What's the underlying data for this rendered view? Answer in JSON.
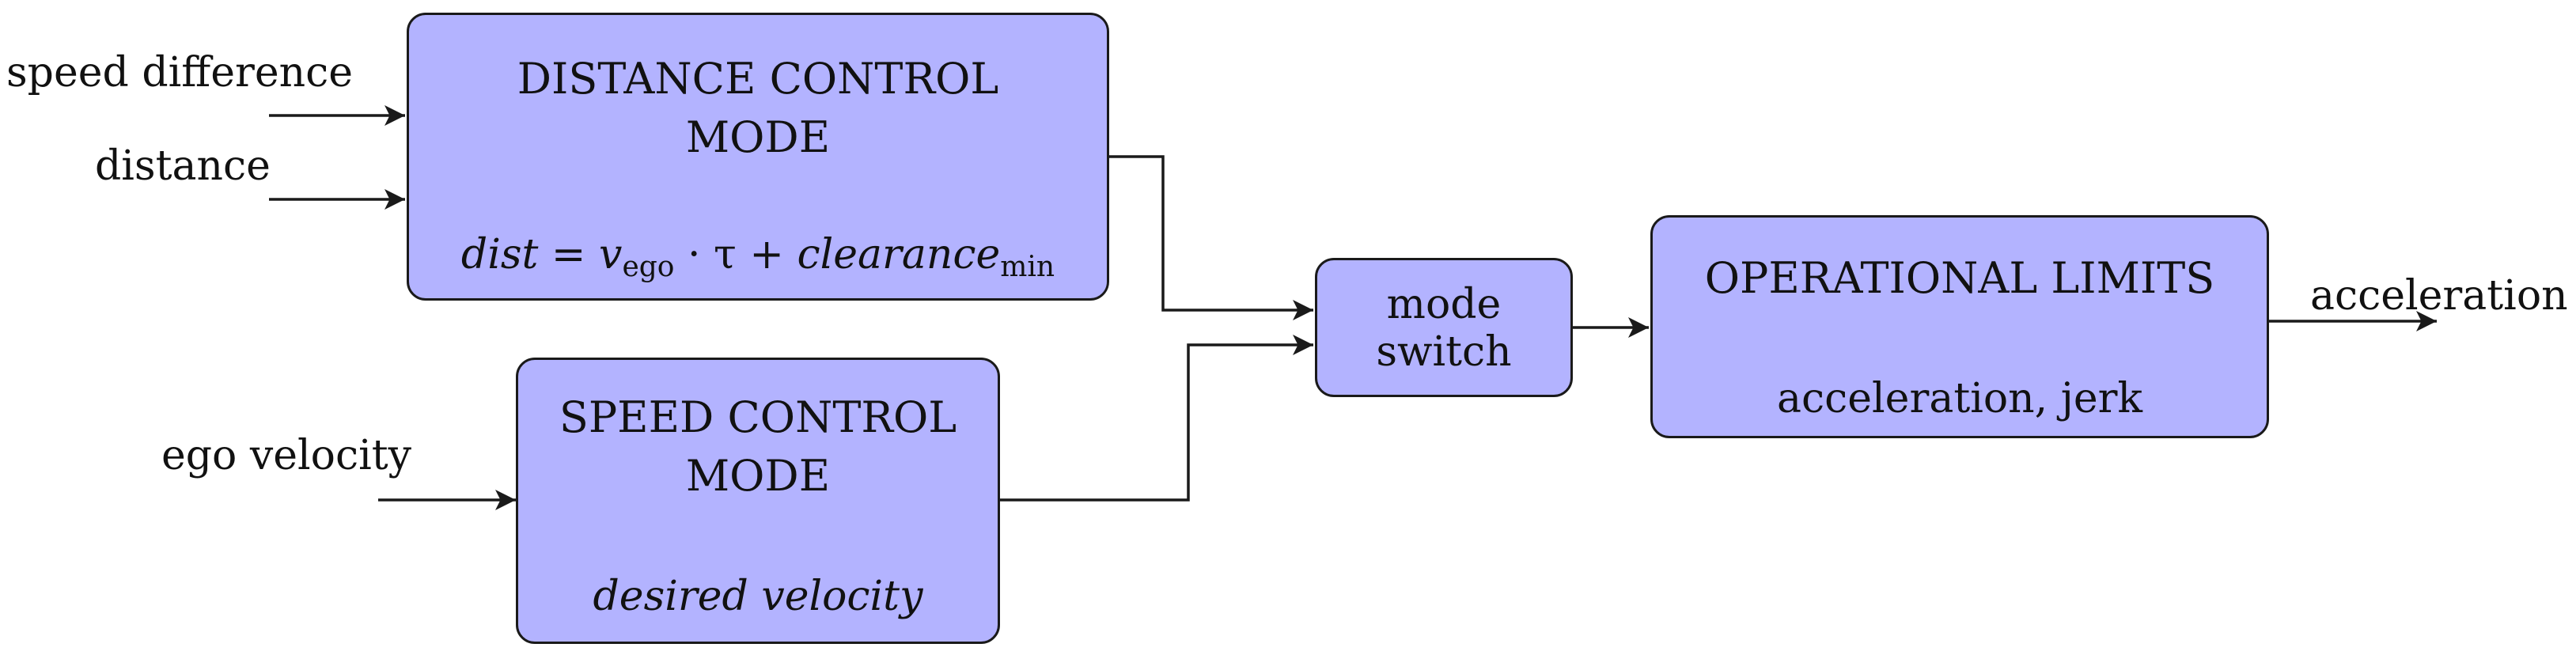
{
  "colors": {
    "box_fill": "#b3b3ff",
    "stroke": "#1a1a1a"
  },
  "inputs": {
    "speed_difference": "speed difference",
    "distance": "distance",
    "ego_velocity": "ego velocity"
  },
  "output": {
    "acceleration": "acceleration"
  },
  "distance_control": {
    "title_line1": "DISTANCE CONTROL",
    "title_line2": "MODE",
    "formula": {
      "dist": "dist",
      "eq": " = ",
      "v": "v",
      "v_sub": "ego",
      "dot_tau": " · τ + ",
      "clearance": "clearance",
      "clearance_sub": "min"
    }
  },
  "speed_control": {
    "title_line1": "SPEED CONTROL",
    "title_line2": "MODE",
    "subtitle": "desired velocity"
  },
  "mode_switch": {
    "line1": "mode",
    "line2": "switch"
  },
  "operational_limits": {
    "title": "OPERATIONAL LIMITS",
    "subtitle": "acceleration, jerk"
  }
}
